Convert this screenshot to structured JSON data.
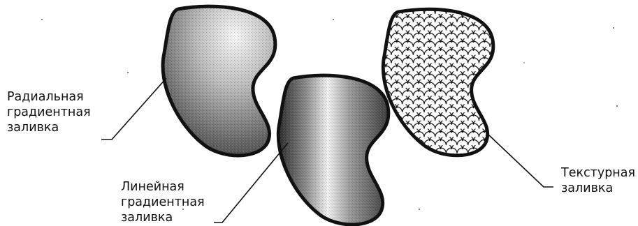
{
  "labels": {
    "radial": [
      "Радиальная",
      "градиентная",
      "заливка"
    ],
    "linear": [
      "Линейная",
      "градиентная",
      "заливка"
    ],
    "texture": [
      "Текстурная",
      "заливка"
    ]
  },
  "colors": {
    "outline": "#111111",
    "background": "#ffffff",
    "texture_fill": "#ffffff"
  }
}
